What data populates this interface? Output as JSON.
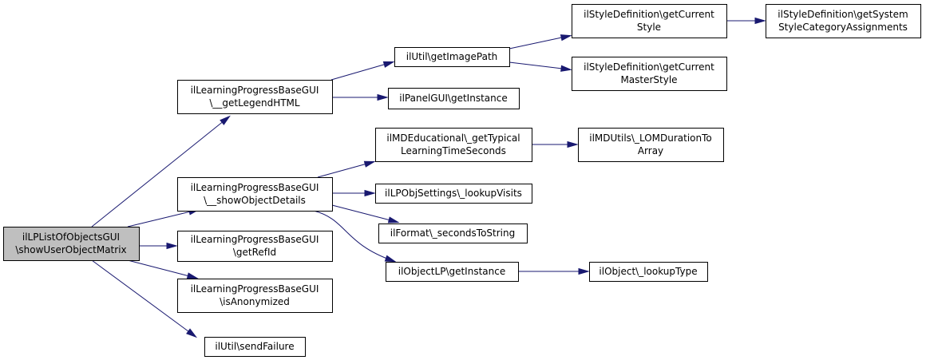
{
  "graph": {
    "nodes": [
      {
        "id": "root",
        "lines": [
          "ilLPListOfObjectsGUI",
          "\\showUserObjectMatrix"
        ],
        "color": "#bfbfbf"
      },
      {
        "id": "legend",
        "lines": [
          "ilLearningProgressBaseGUI",
          "\\__getLegendHTML"
        ]
      },
      {
        "id": "details",
        "lines": [
          "ilLearningProgressBaseGUI",
          "\\__showObjectDetails"
        ]
      },
      {
        "id": "refid",
        "lines": [
          "ilLearningProgressBaseGUI",
          "\\getRefId"
        ]
      },
      {
        "id": "anon",
        "lines": [
          "ilLearningProgressBaseGUI",
          "\\isAnonymized"
        ]
      },
      {
        "id": "failure",
        "lines": [
          "ilUtil\\sendFailure"
        ]
      },
      {
        "id": "imgpath",
        "lines": [
          "ilUtil\\getImagePath"
        ]
      },
      {
        "id": "panel",
        "lines": [
          "ilPanelGUI\\getInstance"
        ]
      },
      {
        "id": "curstyle",
        "lines": [
          "ilStyleDefinition\\getCurrent",
          "Style"
        ]
      },
      {
        "id": "curmaster",
        "lines": [
          "ilStyleDefinition\\getCurrent",
          "MasterStyle"
        ]
      },
      {
        "id": "syscat",
        "lines": [
          "ilStyleDefinition\\getSystem",
          "StyleCategoryAssignments"
        ]
      },
      {
        "id": "typical",
        "lines": [
          "ilMDEducational\\_getTypical",
          "LearningTimeSeconds"
        ]
      },
      {
        "id": "visits",
        "lines": [
          "ilLPObjSettings\\_lookupVisits"
        ]
      },
      {
        "id": "format",
        "lines": [
          "ilFormat\\_secondsToString"
        ]
      },
      {
        "id": "objlp",
        "lines": [
          "ilObjectLP\\getInstance"
        ]
      },
      {
        "id": "lomdur",
        "lines": [
          "ilMDUtils\\_LOMDurationTo",
          "Array"
        ]
      },
      {
        "id": "lookuptype",
        "lines": [
          "ilObject\\_lookupType"
        ]
      }
    ],
    "edges": [
      {
        "from": "root",
        "to": "legend"
      },
      {
        "from": "root",
        "to": "details"
      },
      {
        "from": "root",
        "to": "refid"
      },
      {
        "from": "root",
        "to": "anon"
      },
      {
        "from": "root",
        "to": "failure"
      },
      {
        "from": "legend",
        "to": "imgpath"
      },
      {
        "from": "legend",
        "to": "panel"
      },
      {
        "from": "imgpath",
        "to": "curstyle"
      },
      {
        "from": "imgpath",
        "to": "curmaster"
      },
      {
        "from": "curstyle",
        "to": "syscat"
      },
      {
        "from": "details",
        "to": "typical"
      },
      {
        "from": "details",
        "to": "visits"
      },
      {
        "from": "details",
        "to": "format"
      },
      {
        "from": "details",
        "to": "objlp"
      },
      {
        "from": "typical",
        "to": "lomdur"
      },
      {
        "from": "objlp",
        "to": "lookuptype"
      }
    ]
  }
}
